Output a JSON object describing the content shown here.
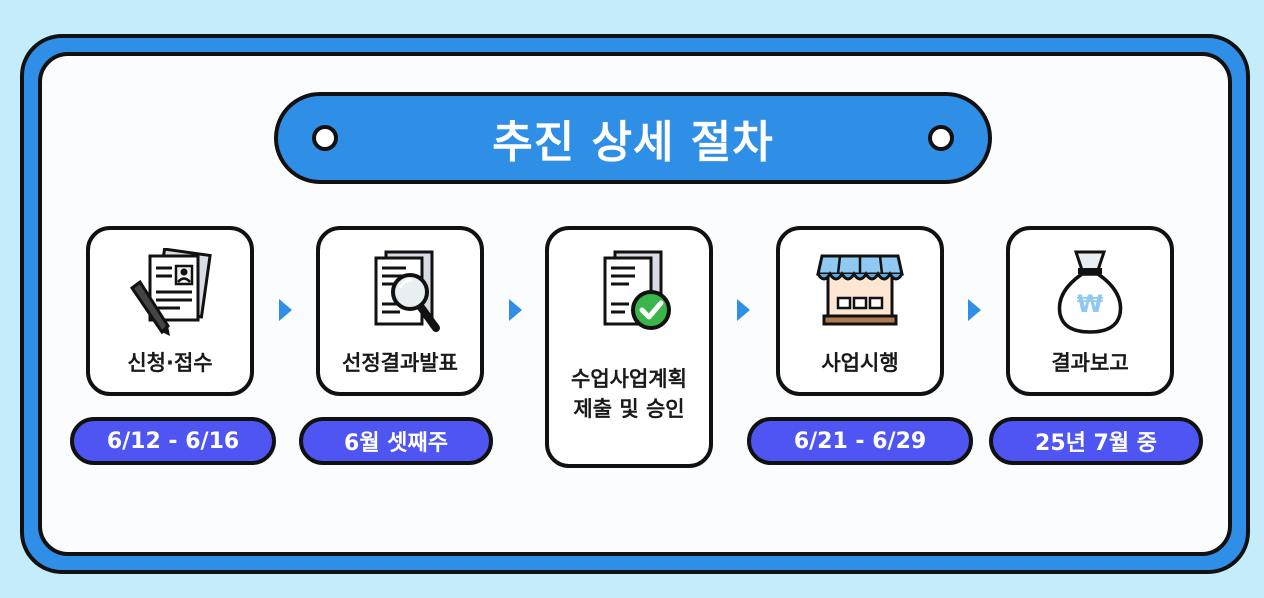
{
  "title": "추진 상세 절차",
  "steps": [
    {
      "label": "신청·접수",
      "icon": "application-form-pen-icon",
      "date": "6/12 - 6/16"
    },
    {
      "label": "선정결과발표",
      "icon": "document-magnifier-icon",
      "date": "6월 셋째주"
    },
    {
      "label_line1": "수업사업계획",
      "label_line2": "제출 및 승인",
      "icon": "document-check-icon"
    },
    {
      "label": "사업시행",
      "icon": "market-stall-icon",
      "date": "6/21 - 6/29"
    },
    {
      "label": "결과보고",
      "icon": "money-bag-won-icon",
      "date": "25년 7월 중"
    }
  ],
  "colors": {
    "background": "#c5ecfb",
    "frame_blue": "#2f8fe6",
    "pill_blue": "#4f55f2",
    "outline": "#111111",
    "check_green": "#39b54a"
  }
}
